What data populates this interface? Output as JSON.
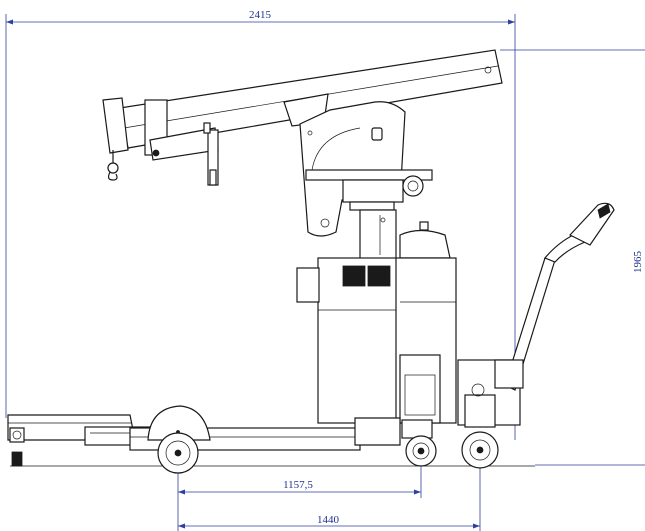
{
  "dimensions": {
    "overall_length": "2415",
    "overall_height": "1965",
    "wheelbase_inner": "1157,5",
    "wheelbase_outer": "1440"
  },
  "colors": {
    "dimension": "#2f3f9f",
    "line_art": "#1a1a1a",
    "background": "#ffffff"
  }
}
